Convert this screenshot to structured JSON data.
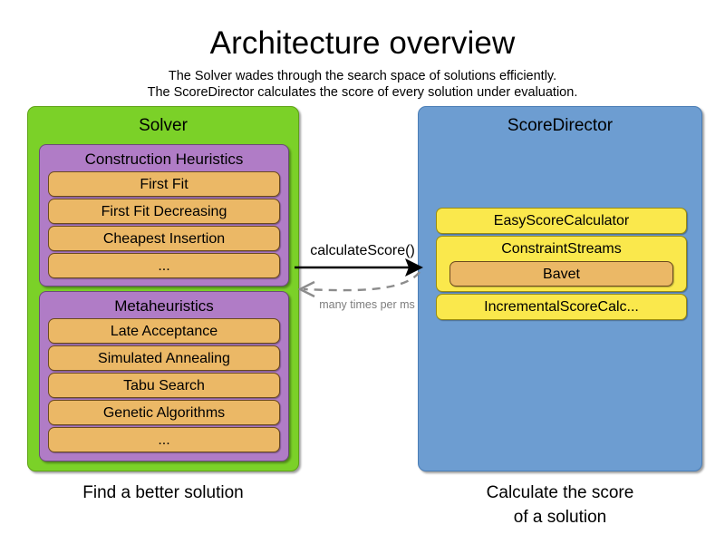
{
  "header": {
    "title": "Architecture overview",
    "subtitle_line_1": "The Solver wades through the search space of solutions efficiently.",
    "subtitle_line_2": "The ScoreDirector calculates the score of every solution under evaluation."
  },
  "solver": {
    "title": "Solver",
    "caption": "Find a better solution",
    "color": "#7BD128",
    "groups": [
      {
        "title": "Construction Heuristics",
        "color": "#B07CC6",
        "items": [
          {
            "label": "First Fit"
          },
          {
            "label": "First Fit Decreasing"
          },
          {
            "label": "Cheapest Insertion"
          },
          {
            "label": "..."
          }
        ]
      },
      {
        "title": "Metaheuristics",
        "color": "#B07CC6",
        "items": [
          {
            "label": "Late Acceptance"
          },
          {
            "label": "Simulated Annealing"
          },
          {
            "label": "Tabu Search"
          },
          {
            "label": "Genetic Algorithms"
          },
          {
            "label": "..."
          }
        ]
      }
    ]
  },
  "score_director": {
    "title": "ScoreDirector",
    "caption_line_1": "Calculate the score",
    "caption_line_2": "of a solution",
    "color": "#6D9DD1",
    "calculators": [
      {
        "label": "EasyScoreCalculator"
      },
      {
        "label": "ConstraintStreams",
        "child": {
          "label": "Bavet"
        }
      },
      {
        "label": "IncrementalScoreCalc..."
      }
    ]
  },
  "arrows": {
    "forward": {
      "label": "calculateScore()",
      "direction": "right",
      "style": "solid",
      "color": "#000000"
    },
    "backward": {
      "label": "many times per ms",
      "direction": "left",
      "style": "dashed",
      "color": "#8c8c8c"
    }
  }
}
